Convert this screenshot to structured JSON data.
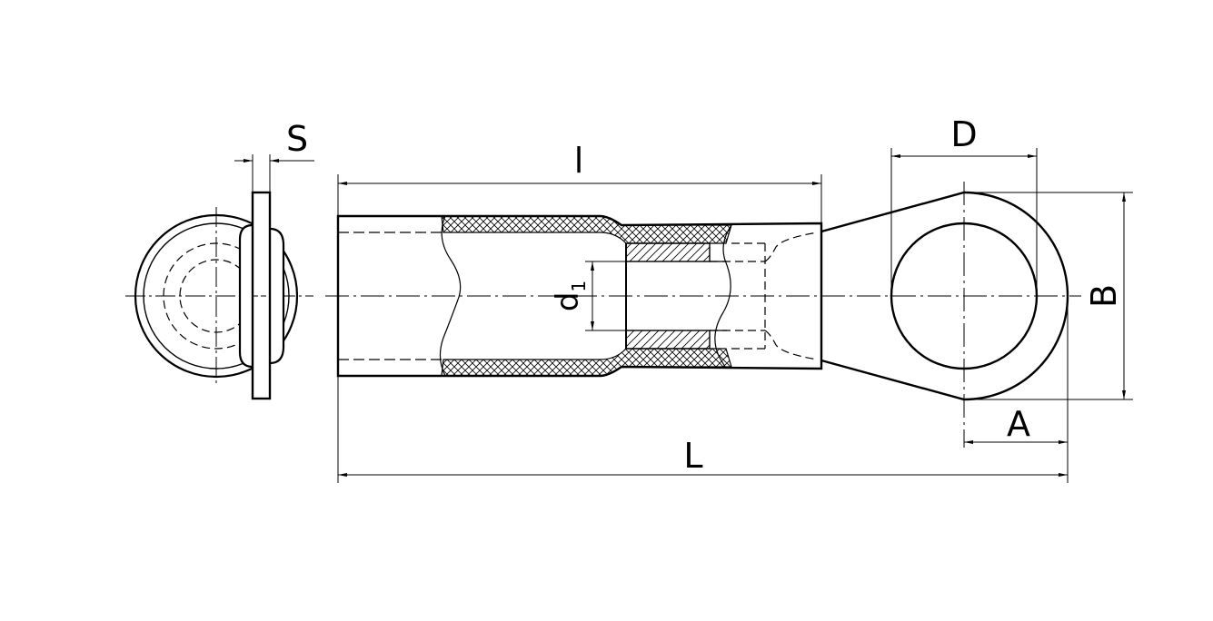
{
  "diagram": {
    "labels": {
      "thickness": "S",
      "insulation_length": "l",
      "ring_diameter": "D",
      "ring_width": "B",
      "inner_diameter": "d",
      "inner_diameter_subscript": "1",
      "hole_offset": "A",
      "overall_length": "L"
    },
    "colors": {
      "line": "#000000",
      "background": "#ffffff"
    }
  }
}
